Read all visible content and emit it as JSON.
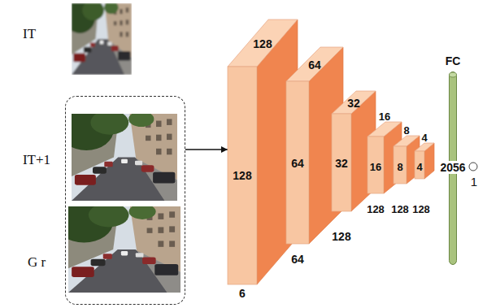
{
  "diagram": {
    "nodes": [
      {
        "text": [
          "IT"
        ]
      },
      {
        "text": []
      },
      {
        "text": [
          "IT+1"
        ],
        "in": 1
      },
      {
        "text": [
          "G r"
        ],
        "in": 1
      },
      {
        "text": [
          "128",
          "128",
          "6"
        ]
      },
      {
        "text": [
          "64",
          "64",
          "64"
        ]
      },
      {
        "text": [
          "32",
          "32",
          "128"
        ]
      },
      {
        "text": [
          "16",
          "16",
          "128"
        ]
      },
      {
        "text": [
          "8",
          "8",
          "128"
        ]
      },
      {
        "text": [
          "4",
          "4",
          "128"
        ]
      },
      {
        "text": [
          "FC",
          "2056"
        ]
      },
      {
        "text": [
          "1"
        ]
      }
    ],
    "edges": [
      {
        "from": 1,
        "to": 4,
        "arrow": "to"
      }
    ]
  }
}
